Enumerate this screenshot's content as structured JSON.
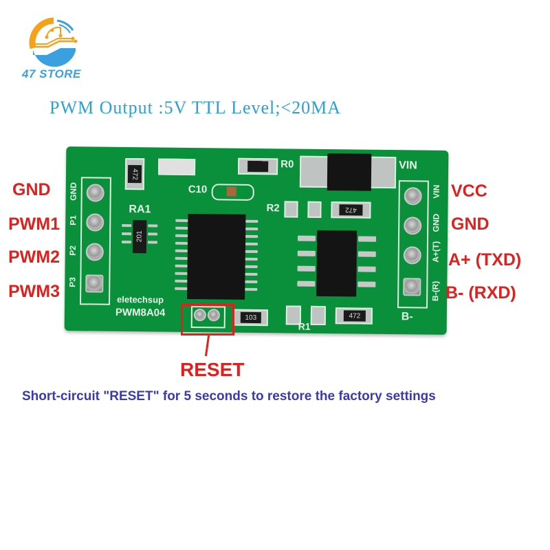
{
  "brand": {
    "name": "47 STORE",
    "logo_icon": "circuit-logo-icon",
    "colors": {
      "orange": "#f5a21a",
      "blue": "#3aa0e0"
    }
  },
  "title": "PWM Output :5V TTL Level;<20MA",
  "board": {
    "maker": "eletechsup",
    "model": "PWM8A04",
    "components": {
      "ra1": "RA1",
      "ra1_value": "201",
      "c10": "C10",
      "r0": "R0",
      "r1": "R1",
      "r2": "R2",
      "vin": "VIN",
      "bminus": "B-",
      "res_top": "472",
      "res_r2": "472",
      "res_r1": "472",
      "res_reset": "103"
    },
    "left_header_silk": [
      "GND",
      "P1",
      "P2",
      "P3"
    ],
    "right_header_silk": [
      "VIN",
      "GND",
      "A+(T)",
      "B-(R)"
    ]
  },
  "left_labels": [
    "GND",
    "PWM1",
    "PWM2",
    "PWM3"
  ],
  "right_labels": [
    "VCC",
    "GND",
    "A+ (TXD)",
    "B- (RXD)"
  ],
  "reset_label": "RESET",
  "note": "Short-circuit \"RESET\" for 5 seconds to restore the factory settings",
  "colors": {
    "title": "#2a9fd8",
    "label_red": "#e0201c",
    "note": "#3a3ab0",
    "pcb_green": "#0a8f3a"
  }
}
